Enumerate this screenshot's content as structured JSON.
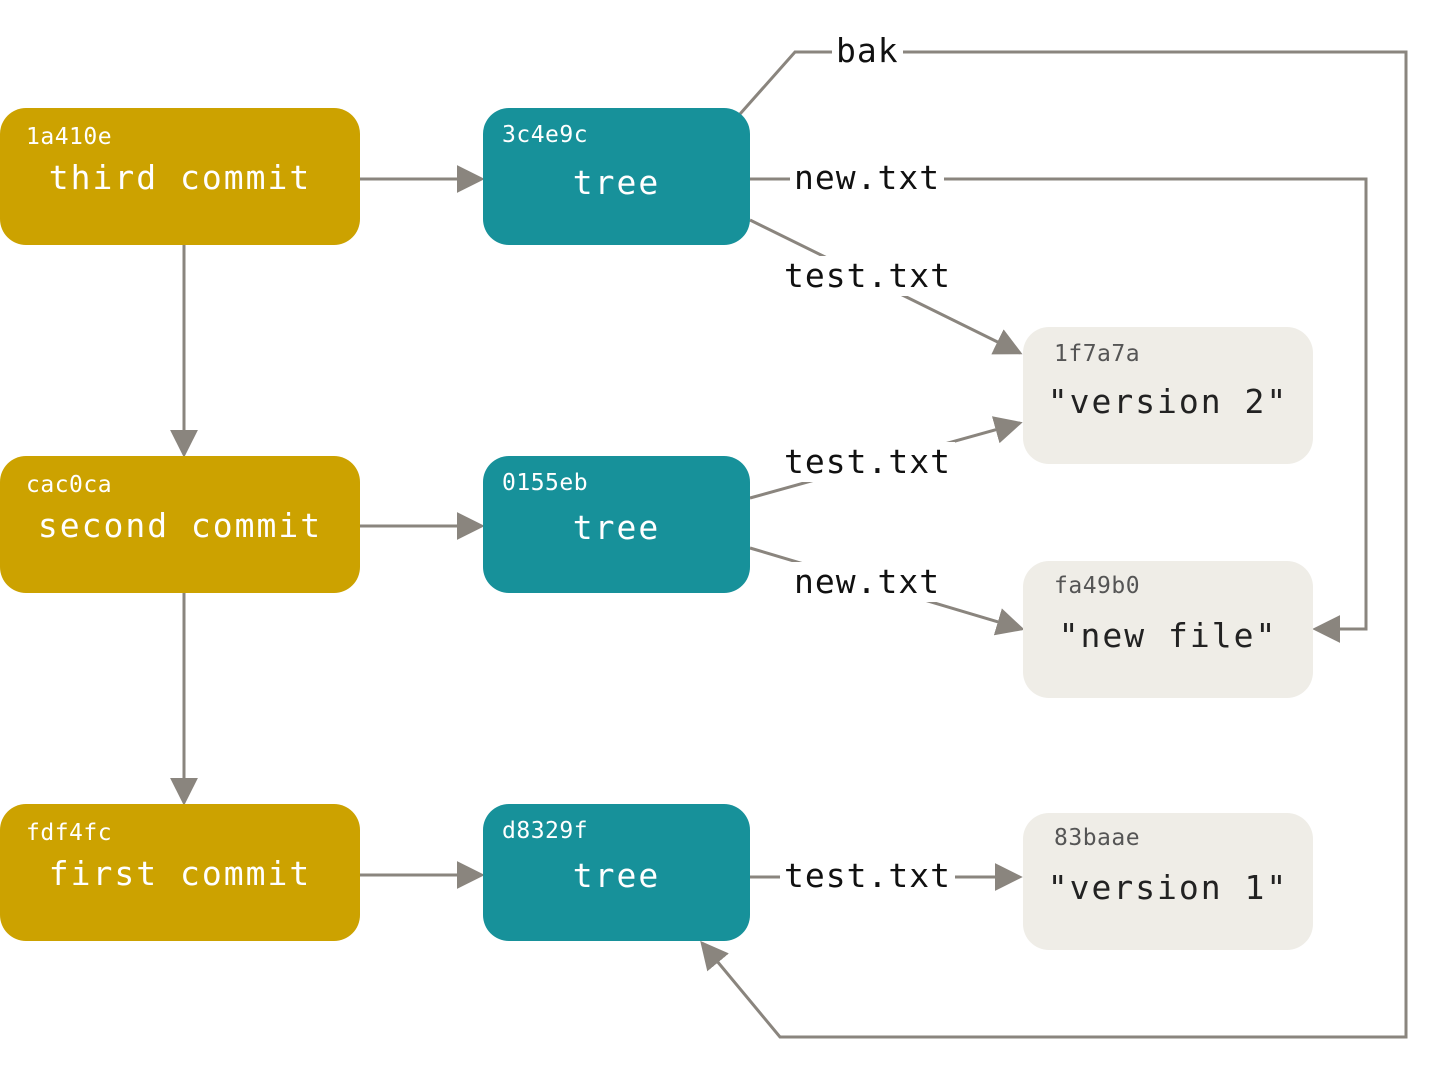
{
  "commits": [
    {
      "hash": "1a410e",
      "label": "third commit"
    },
    {
      "hash": "cac0ca",
      "label": "second commit"
    },
    {
      "hash": "fdf4fc",
      "label": "first commit"
    }
  ],
  "trees": [
    {
      "hash": "3c4e9c",
      "label": "tree"
    },
    {
      "hash": "0155eb",
      "label": "tree"
    },
    {
      "hash": "d8329f",
      "label": "tree"
    }
  ],
  "blobs": [
    {
      "hash": "1f7a7a",
      "label": "\"version 2\""
    },
    {
      "hash": "fa49b0",
      "label": "\"new file\""
    },
    {
      "hash": "83baae",
      "label": "\"version 1\""
    }
  ],
  "edges": {
    "bak": "bak",
    "t1_new": "new.txt",
    "t1_test": "test.txt",
    "t2_test": "test.txt",
    "t2_new": "new.txt",
    "t3_test": "test.txt"
  },
  "colors": {
    "commit": "#cca200",
    "tree": "#17919a",
    "blob": "#efede7",
    "arrow": "#8a857e"
  }
}
